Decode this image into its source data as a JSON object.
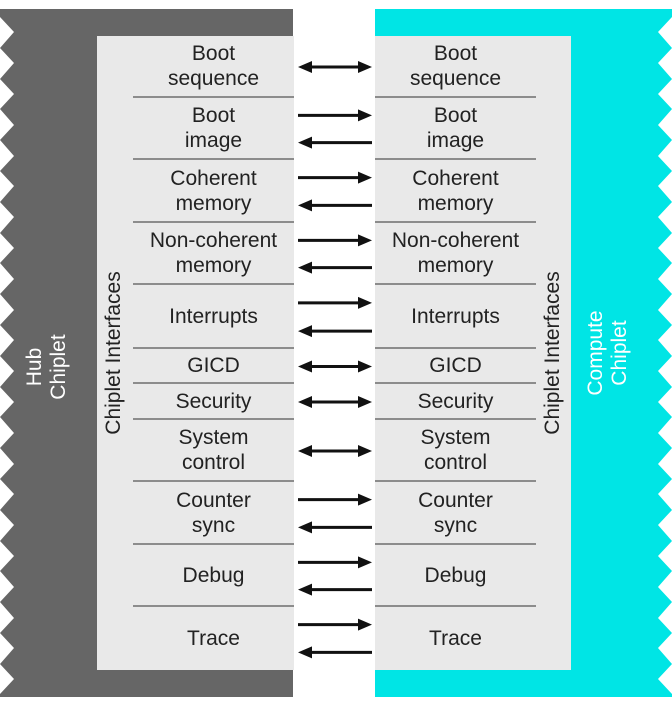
{
  "hub": {
    "name": "Hub\nChiplet",
    "interfaces_label": "Chiplet Interfaces",
    "color": "#666666"
  },
  "compute": {
    "name": "Compute\nChiplet",
    "interfaces_label": "Chiplet Interfaces",
    "color": "#00e5e5"
  },
  "interfaces": [
    {
      "label": "Boot\nsequence",
      "direction": "bidirectional"
    },
    {
      "label": "Boot\nimage",
      "direction": "two-way"
    },
    {
      "label": "Coherent\nmemory",
      "direction": "two-way"
    },
    {
      "label": "Non-coherent\nmemory",
      "direction": "two-way"
    },
    {
      "label": "Interrupts",
      "direction": "two-way"
    },
    {
      "label": "GICD",
      "direction": "bidirectional"
    },
    {
      "label": "Security",
      "direction": "bidirectional"
    },
    {
      "label": "System\ncontrol",
      "direction": "bidirectional"
    },
    {
      "label": "Counter\nsync",
      "direction": "two-way"
    },
    {
      "label": "Debug",
      "direction": "two-way"
    },
    {
      "label": "Trace",
      "direction": "two-way"
    }
  ]
}
